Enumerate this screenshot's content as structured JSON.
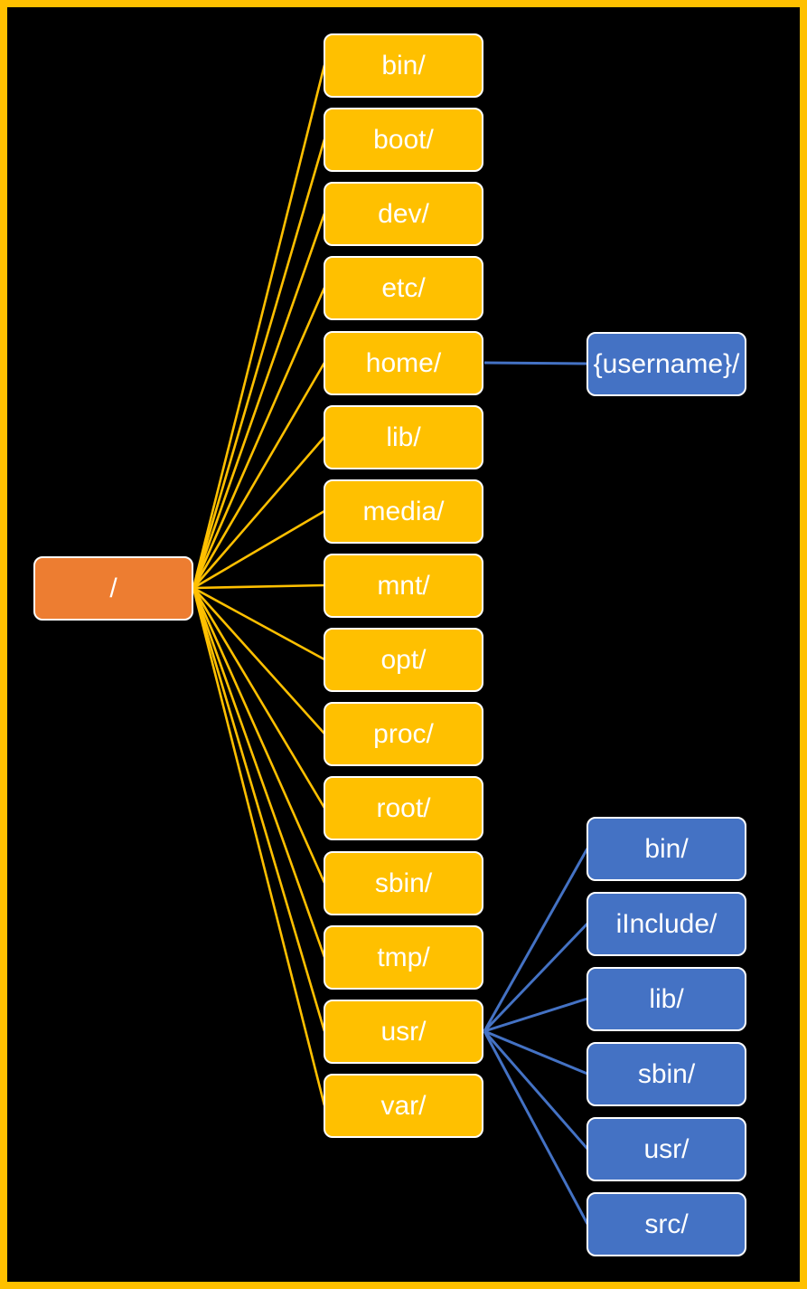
{
  "diagram": {
    "description": "Linux filesystem hierarchy tree",
    "colors": {
      "background": "#000000",
      "frame_border": "#FFC000",
      "root_fill": "#ED7D31",
      "dir_fill": "#FFC000",
      "subdir_fill": "#4472C4",
      "box_outline": "#FFFFFF",
      "text": "#FFFFFF",
      "root_connector": "#FFC000",
      "subdir_connector": "#4472C4"
    },
    "root": {
      "label": "/"
    },
    "root_children": [
      {
        "label": "bin/"
      },
      {
        "label": "boot/"
      },
      {
        "label": "dev/"
      },
      {
        "label": "etc/"
      },
      {
        "label": "home/"
      },
      {
        "label": "lib/"
      },
      {
        "label": "media/"
      },
      {
        "label": "mnt/"
      },
      {
        "label": "opt/"
      },
      {
        "label": "proc/"
      },
      {
        "label": "root/"
      },
      {
        "label": "sbin/"
      },
      {
        "label": "tmp/"
      },
      {
        "label": "usr/"
      },
      {
        "label": "var/"
      }
    ],
    "home_children": [
      {
        "label": "{username}/"
      }
    ],
    "usr_children": [
      {
        "label": "bin/"
      },
      {
        "label": "iInclude/"
      },
      {
        "label": "lib/"
      },
      {
        "label": "sbin/"
      },
      {
        "label": "usr/"
      },
      {
        "label": "src/"
      }
    ]
  }
}
